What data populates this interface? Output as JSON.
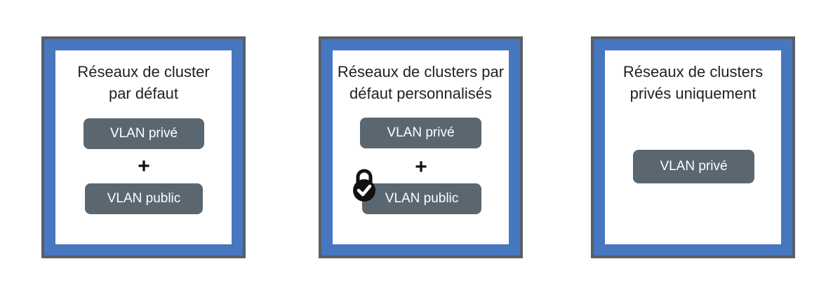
{
  "panels": [
    {
      "title_line1": "Réseaux de cluster",
      "title_line2": "par défaut",
      "private_vlan": "VLAN privé",
      "plus": "+",
      "public_vlan": "VLAN public"
    },
    {
      "title_line1": "Réseaux de clusters par",
      "title_line2": "défaut personnalisés",
      "private_vlan": "VLAN privé",
      "plus": "+",
      "public_vlan": "VLAN public",
      "badge_icon": "lock-check-icon"
    },
    {
      "title_line1": "Réseaux de clusters",
      "title_line2": "privés uniquement",
      "private_vlan": "VLAN privé"
    }
  ],
  "colors": {
    "frame_border": "#585f66",
    "frame_blue": "#4677bf",
    "pill": "#5b6770",
    "text": "#231f20"
  }
}
